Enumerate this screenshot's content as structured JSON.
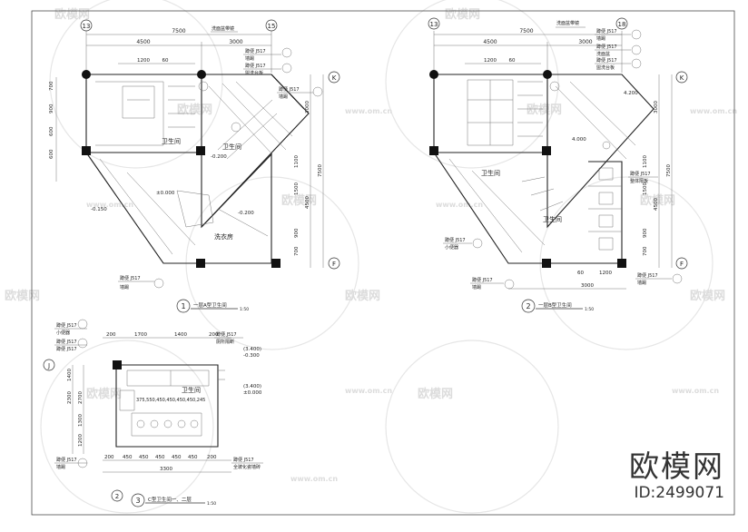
{
  "watermark": {
    "brand": "欧模网",
    "url": "www.om.cn",
    "id": "ID:2499071"
  },
  "plan1": {
    "caption_num": "1",
    "caption": "一层A型卫生间",
    "scale": "1:50",
    "axes": {
      "a": "13",
      "b": "15",
      "c": "K",
      "d": "F"
    },
    "top_dims": [
      "7500",
      "4500",
      "3000"
    ],
    "sub_dims": [
      "1200",
      "60"
    ],
    "left_dims": [
      "700",
      "900",
      "600",
      "600"
    ],
    "right_dims": [
      "3000",
      "7500",
      "1100",
      "1500",
      "4500",
      "900",
      "700"
    ],
    "labels": {
      "top1": "洗面盆带镜",
      "tag1": "蹲便 J517",
      "tag1b": "墙踢",
      "tag2": "蹲便 J517",
      "tag2b": "盥洗台板",
      "tag3": "蹲便 J517",
      "tag3b": "墙踢",
      "tag4": "蹲便 J517",
      "tag4b": "墙踢",
      "room1": "卫生间",
      "room2": "卫生间",
      "room3": "洗衣房",
      "lvl1": "-0.200",
      "lvl2": "±0.000",
      "lvl3": "-0.150",
      "lvl4": "-0.200"
    }
  },
  "plan2": {
    "caption_num": "2",
    "caption": "一层B型卫生间",
    "scale": "1:50",
    "axes": {
      "a": "13",
      "b": "18",
      "c": "K",
      "d": "F"
    },
    "top_dims": [
      "7500",
      "4500",
      "3000"
    ],
    "sub_dims": [
      "1200",
      "60"
    ],
    "right_dims": [
      "3000",
      "7500",
      "1100",
      "1500",
      "4500",
      "900",
      "700"
    ],
    "labels": {
      "top1": "洗面盆带镜",
      "tag1": "蹲便 J517",
      "tag1b": "墙踢",
      "tag2": "蹲便 J517",
      "tag2b": "洗面盆",
      "tag3": "蹲便 J517",
      "tag3b": "盥洗台板",
      "tag4": "蹲便 J517",
      "tag4b": "整体隔板",
      "tag5": "蹲便 J517",
      "tag5b": "小便器",
      "tag6": "蹲便 J517",
      "tag6b": "墙踢",
      "tag7": "蹲便 J517",
      "tag7b": "墙踢",
      "room1": "卫生间",
      "room2": "卫生间",
      "lvl1": "4.200",
      "lvl2": "4.000",
      "dimb": [
        "60",
        "1200",
        "3000"
      ]
    }
  },
  "plan3": {
    "caption_num": "3",
    "caption": "C型卫生间一、二层",
    "scale": "1:50",
    "axes": {
      "a": "J",
      "b": "2"
    },
    "top_dims": [
      "200",
      "1700",
      "1400",
      "200"
    ],
    "bottom_dims": [
      "200",
      "450",
      "450",
      "450",
      "450",
      "450",
      "200"
    ],
    "total": "3300",
    "left_dims": [
      "1400",
      "2300",
      "2700",
      "1300",
      "1200"
    ],
    "row_dims": "375,550,450,450,450,450,245",
    "labels": {
      "tagA": "蹲便 J517",
      "tagAb": "小便器",
      "tagB": "蹲便 J517",
      "tagBb": "蹲便 J517",
      "tagC": "蹲便 J517",
      "tagCb": "厕所隔断",
      "tagD": "蹲便 J517",
      "tagDb": "墙踢",
      "tagE": "蹲便 J517",
      "tagEb": "全玻化瓷墙砖",
      "room": "卫生间",
      "lvl1": "(3.400)",
      "lvl1b": "-0.300",
      "lvl2": "(3.400)",
      "lvl2b": "±0.000"
    }
  }
}
